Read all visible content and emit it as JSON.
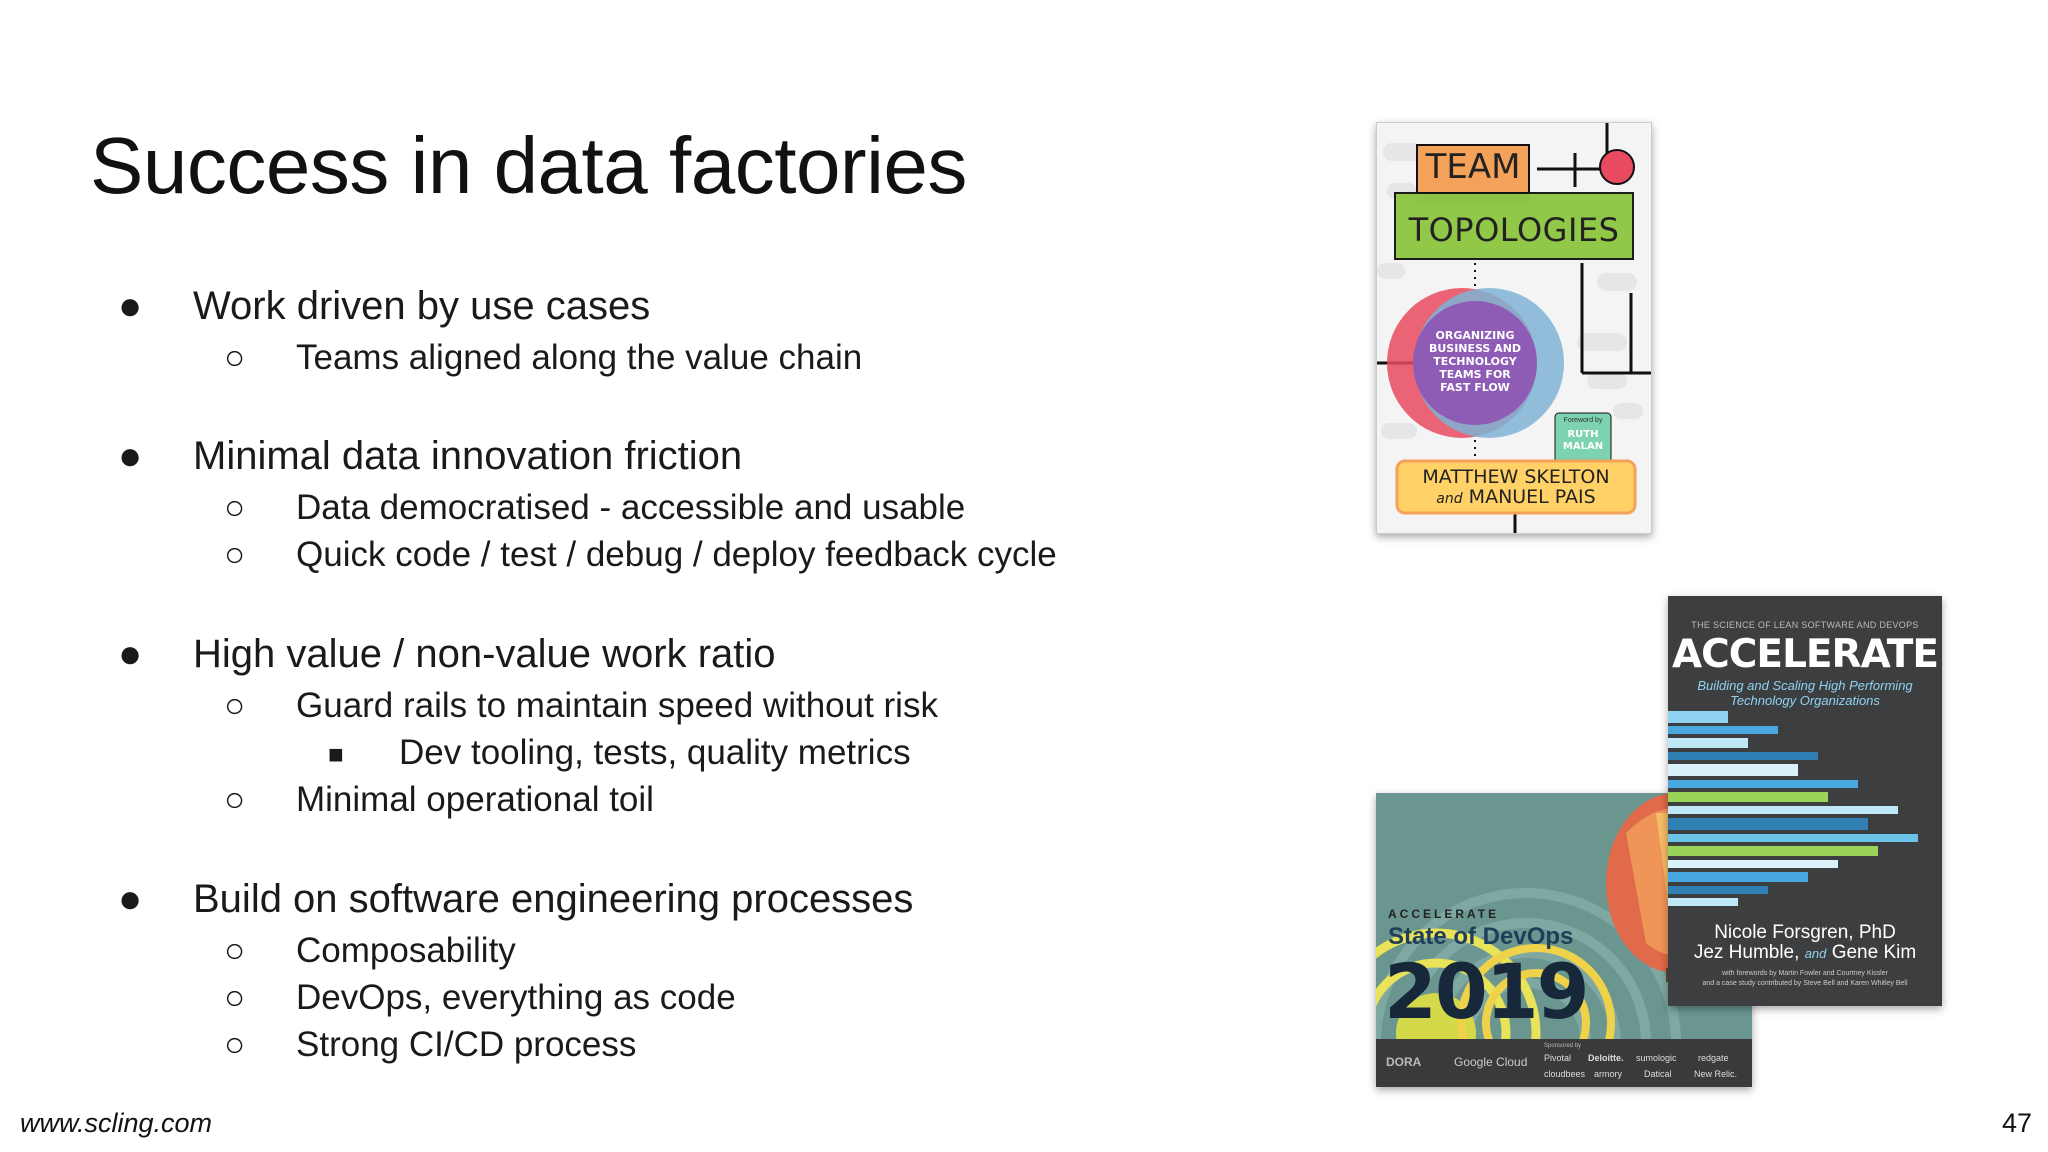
{
  "slide": {
    "title": "Success in data factories",
    "bullets": [
      {
        "text": "Work driven by use cases",
        "children": [
          {
            "text": "Teams aligned along the value chain"
          }
        ]
      },
      {
        "text": "Minimal data innovation friction",
        "children": [
          {
            "text": "Data democratised - accessible and usable"
          },
          {
            "text": "Quick code / test / debug / deploy feedback cycle"
          }
        ]
      },
      {
        "text": "High value / non-value work ratio",
        "children": [
          {
            "text": "Guard rails to maintain speed without risk",
            "children": [
              {
                "text": "Dev tooling, tests, quality metrics"
              }
            ]
          },
          {
            "text": "Minimal operational toil"
          }
        ]
      },
      {
        "text": "Build on software engineering processes",
        "children": [
          {
            "text": "Composability"
          },
          {
            "text": "DevOps, everything as code"
          },
          {
            "text": "Strong CI/CD process"
          }
        ]
      }
    ],
    "footer_url": "www.scling.com",
    "page_number": "47"
  },
  "books": {
    "team_topologies": {
      "team": "TEAM",
      "topologies": "TOPOLOGIES",
      "subtitle": "ORGANIZING BUSINESS AND TECHNOLOGY TEAMS FOR FAST FLOW",
      "foreword_label": "Foreword by",
      "foreword_name": "RUTH MALAN",
      "author1": "MATTHEW SKELTON",
      "and": "and",
      "author2": "MANUEL PAIS"
    },
    "state_of_devops": {
      "kicker": "ACCELERATE",
      "title": "State of DevOps",
      "year": "2019",
      "sponsored": "Sponsored by",
      "logos": [
        "DORA",
        "Google Cloud",
        "Pivotal",
        "Deloitte.",
        "sumologic",
        "redgate",
        "cloudbees",
        "armory",
        "Datical",
        "New Relic."
      ]
    },
    "accelerate": {
      "kicker": "THE SCIENCE OF LEAN SOFTWARE AND DEVOPS",
      "title": "ACCELERATE",
      "subtitle_1": "Building and Scaling High Performing",
      "subtitle_2": "Technology Organizations",
      "author1": "Nicole Forsgren, PhD",
      "author2": "Jez Humble,",
      "and": "and",
      "author3": "Gene Kim",
      "forewords_1": "with forewords by Martin Fowler and Courtney Kissler",
      "forewords_2": "and a case study contributed by Steve Bell and Karen Whitley Bell"
    }
  },
  "colors": {
    "tt_orange": "#f4a259",
    "tt_green": "#8cc63f",
    "tt_red": "#e84a5f",
    "tt_purple": "#8e5bb5",
    "tt_yellow": "#ffd166",
    "acc_bg": "#3d3e40"
  }
}
